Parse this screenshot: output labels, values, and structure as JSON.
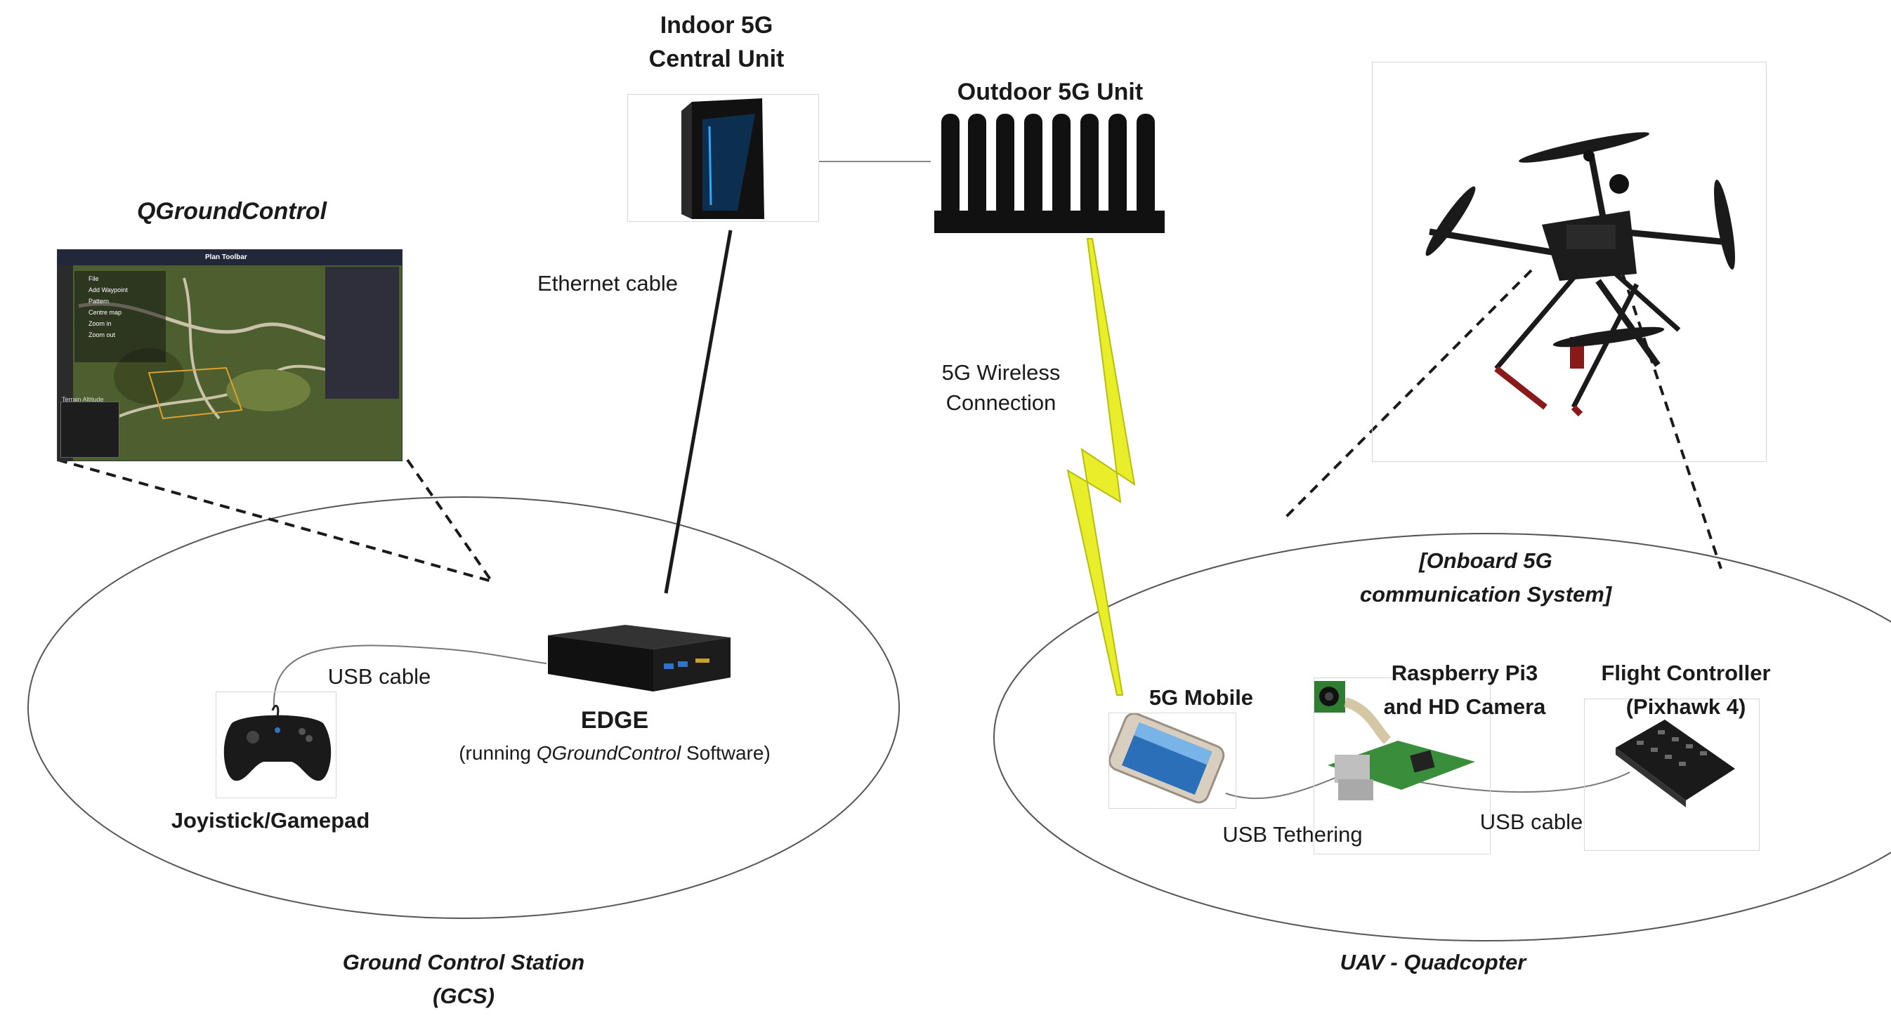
{
  "titles": {
    "qgc": "QGroundControl",
    "indoor_line1": "Indoor 5G",
    "indoor_line2": "Central Unit",
    "outdoor": "Outdoor 5G Unit"
  },
  "links": {
    "ethernet": "Ethernet cable",
    "wireless_line1": "5G Wireless",
    "wireless_line2": "Connection",
    "usb_cable_gcs": "USB cable",
    "usb_tethering": "USB Tethering",
    "usb_cable_uav": "USB cable"
  },
  "gcs": {
    "edge": "EDGE",
    "edge_sub_prefix": "(running ",
    "edge_sub_app": "QGroundControl",
    "edge_sub_suffix": " Software)",
    "joystick": "Joyistick/Gamepad",
    "caption_line1": "Ground Control Station",
    "caption_line2": "(GCS)"
  },
  "uav": {
    "onboard_line1": "[Onboard 5G",
    "onboard_line2": "communication System]",
    "mobile": "5G Mobile",
    "rpi_line1": "Raspberry Pi3",
    "rpi_line2": "and HD Camera",
    "fc_line1": "Flight Controller",
    "fc_line2": "(Pixhawk 4)",
    "caption": "UAV - Quadcopter"
  },
  "qgc_screen": {
    "menu": [
      "File",
      "Add Waypoint",
      "Pattern",
      "Centre map",
      "Zoom in",
      "Zoom out"
    ],
    "toolbar": "Plan Toolbar",
    "terrain": "Terrain Altitude"
  },
  "colors": {
    "lightning": "#e8ee2a",
    "line": "#1a1a1a",
    "ellipse": "#555555"
  }
}
